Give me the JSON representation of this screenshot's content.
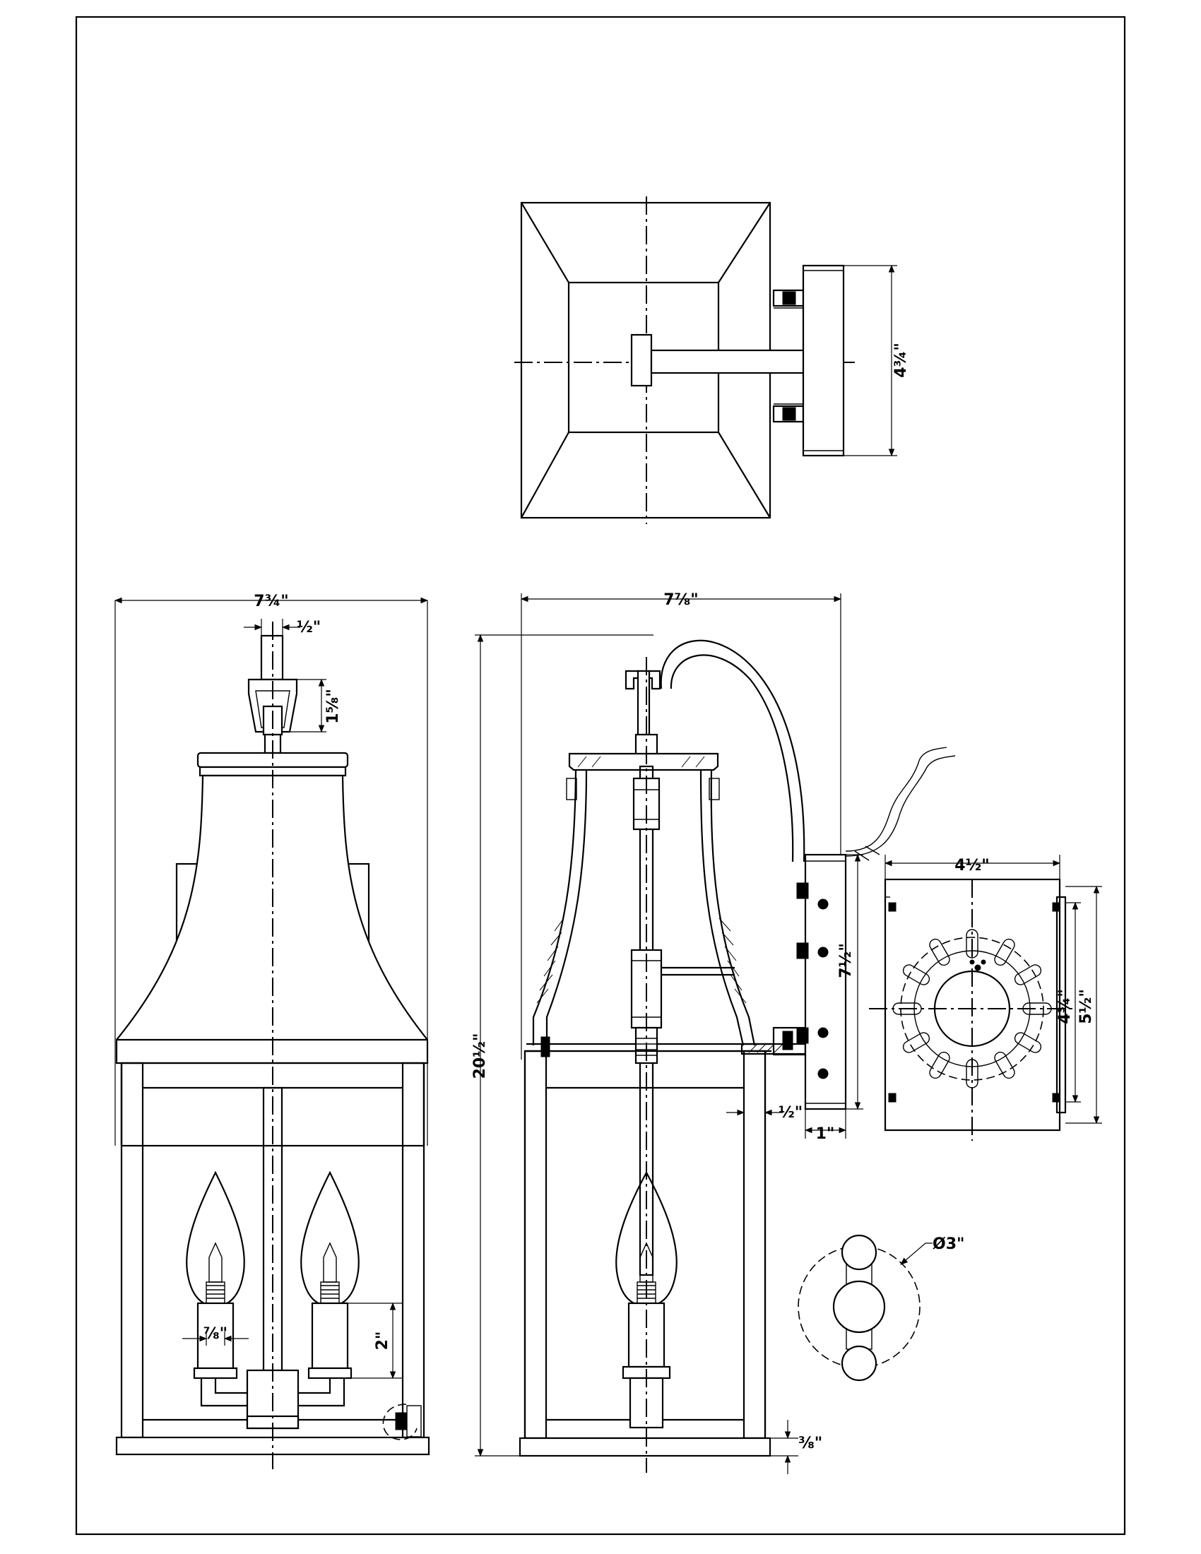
{
  "drawing": {
    "title": "Outdoor wall lantern technical drawing",
    "border": true,
    "views": {
      "top": {
        "labels": {
          "backplate_width": "4¾\""
        }
      },
      "front": {
        "labels": {
          "overall_width": "7¾\"",
          "stem_width": "½\"",
          "loop_height": "1⅝\"",
          "socket_width": "⅞\"",
          "socket_height": "2\""
        }
      },
      "side": {
        "labels": {
          "overall_extension": "7⅞\"",
          "overall_height": "20½\"",
          "backplate_height": "7½\"",
          "backplate_depth": "1\"",
          "frame_width": "½\"",
          "base_height": "⅜\""
        }
      },
      "backplate": {
        "labels": {
          "width": "4½\"",
          "inner_height": "4¾\"",
          "outer_height": "5½\""
        }
      },
      "junction_box": {
        "labels": {
          "diameter": "Ø3\""
        }
      }
    }
  }
}
